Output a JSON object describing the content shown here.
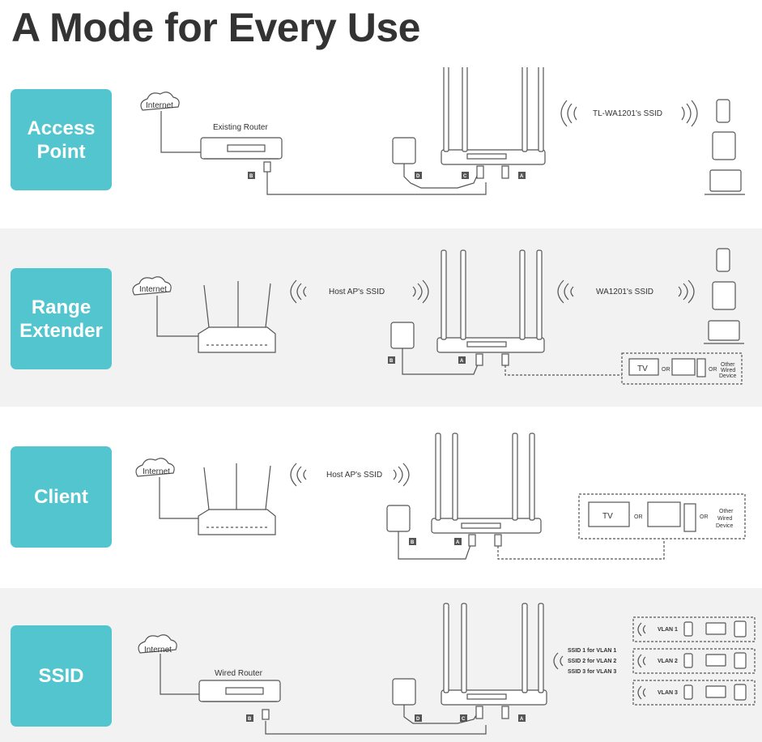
{
  "title": "A Mode for Every Use",
  "modes": [
    {
      "badge": "Access\nPoint",
      "internet": "Internet",
      "router_label": "Existing Router",
      "ssid_label": "TL-WA1201's SSID",
      "ports": [
        "B",
        "D",
        "C",
        "A"
      ]
    },
    {
      "badge": "Range\nExtender",
      "internet": "Internet",
      "host_ssid": "Host AP's SSID",
      "ssid_label": "WA1201's SSID",
      "ports": [
        "B",
        "A"
      ],
      "tv": "TV",
      "or1": "OR",
      "or2": "OR",
      "other_device": "Other\nWired\nDevice"
    },
    {
      "badge": "Client",
      "internet": "Internet",
      "host_ssid": "Host AP's SSID",
      "ports": [
        "B",
        "A"
      ],
      "tv": "TV",
      "or1": "OR",
      "or2": "OR",
      "other_device": "Other\nWired\nDevice"
    },
    {
      "badge": "SSID",
      "internet": "Internet",
      "router_label": "Wired Router",
      "ssid_lines": [
        "SSID 1 for VLAN 1",
        "SSID 2 for VLAN 2",
        "SSID 3 for VLAN 3"
      ],
      "vlans": [
        "VLAN 1",
        "VLAN 2",
        "VLAN 3"
      ],
      "ports": [
        "B",
        "D",
        "C",
        "A"
      ]
    }
  ],
  "colors": {
    "badge": "#52c5cf",
    "band_grey": "#f2f2f2",
    "line": "#555555"
  }
}
